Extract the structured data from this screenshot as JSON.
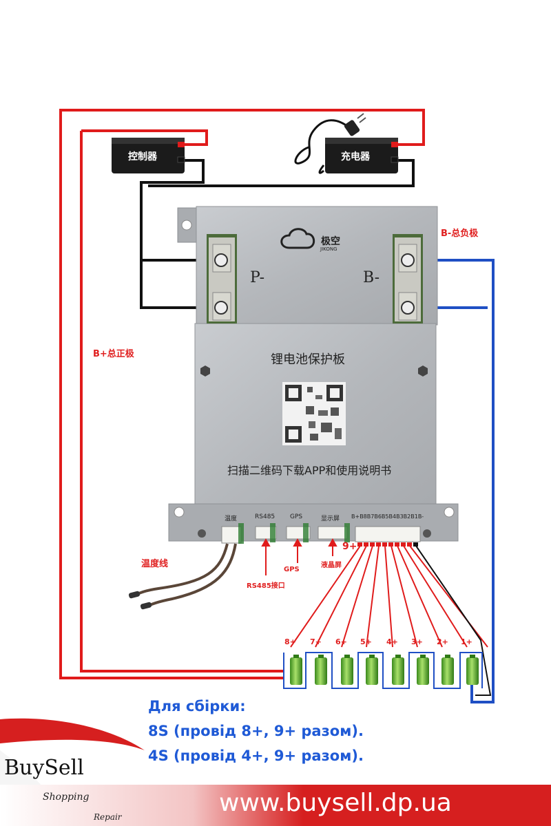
{
  "devices": {
    "controller": "控制器",
    "charger": "充电器"
  },
  "board": {
    "logo_cn": "极空",
    "logo_en": "JIKONG",
    "p_minus": "P-",
    "b_minus": "B-",
    "title": "锂电池保护板",
    "scan_text": "扫描二维码下载APP和使用说明书",
    "ports": {
      "temp": "温度",
      "rs485": "RS485",
      "gps": "GPS",
      "display": "显示屏",
      "balance": "B+B8B7B6B5B4B3B2B1B-"
    }
  },
  "labels": {
    "b_total_neg": "B-总负极",
    "b_total_pos": "B+总正极",
    "temp_wire": "温度线",
    "rs485_port": "RS485接口",
    "gps": "GPS",
    "lcd": "液晶屏",
    "nine_plus": "9+"
  },
  "cells": [
    "8+",
    "7+",
    "6+",
    "5+",
    "4+",
    "3+",
    "2+",
    "1+"
  ],
  "caption": {
    "line1": "Для сбірки:",
    "line2": "8S  (провід 8+, 9+ разом).",
    "line3": "4S  (провід 4+, 9+ разом)."
  },
  "brand": {
    "name": "BuySell",
    "shopping": "Shopping",
    "repair": "Repair",
    "url": "www.buysell.dp.ua"
  },
  "colors": {
    "red_wire": "#e01b1b",
    "black_wire": "#111111",
    "blue_wire": "#1f4fc4",
    "board": "#b9bcc0",
    "caption": "#1f5ad6",
    "banner": "#d61f1f"
  }
}
